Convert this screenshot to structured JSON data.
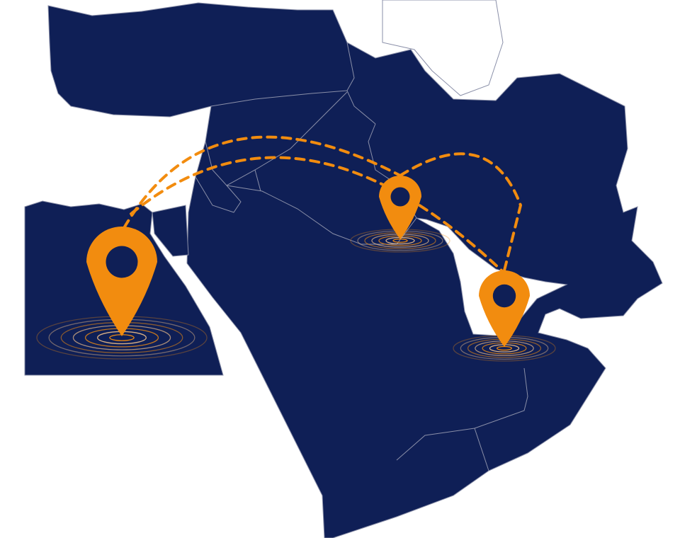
{
  "colors": {
    "background": "#ffffff",
    "land": "#0f1f56",
    "border": "#8a8fa8",
    "accent": "#f28c0f",
    "pin_hole": "#0f1f56"
  },
  "map": {
    "markers": [
      {
        "icon": "map-pin-icon",
        "size": "large"
      },
      {
        "icon": "map-pin-icon",
        "size": "small"
      },
      {
        "icon": "map-pin-icon",
        "size": "medium"
      }
    ],
    "routes": [
      {
        "style": "dashed",
        "from_marker": 0,
        "to_marker": 1
      },
      {
        "style": "dashed",
        "from_marker": 0,
        "to_marker": 2
      },
      {
        "style": "dashed",
        "from_marker": 1,
        "to_marker": 2
      }
    ]
  }
}
